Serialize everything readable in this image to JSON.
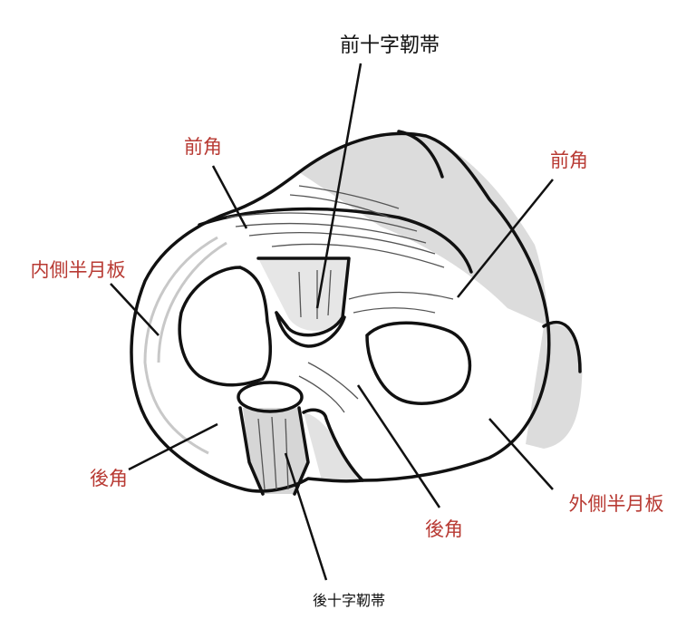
{
  "colors": {
    "label_red": "#b83a33",
    "label_black": "#111111",
    "shade": "#dcdcdc"
  },
  "labels": {
    "acl": "前十字靭帯",
    "anterior_horn_medial": "前角",
    "anterior_horn_lateral": "前角",
    "medial_meniscus": "内側半月板",
    "posterior_horn_medial": "後角",
    "posterior_horn_lateral": "後角",
    "lateral_meniscus": "外側半月板",
    "pcl": "後十字靭帯"
  }
}
